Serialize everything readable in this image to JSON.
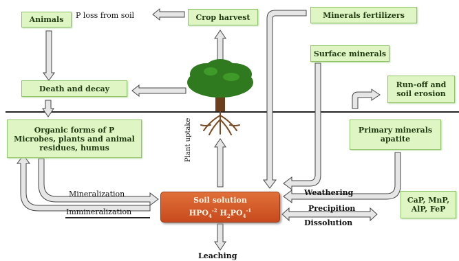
{
  "boxes": {
    "animals": "Animals",
    "crop_harvest": "Crop harvest",
    "minerals_fertilizers": "Minerals fertilizers",
    "surface_minerals": "Surface minerals",
    "death_and_decay": "Death and decay",
    "runoff_line1": "Run-off and",
    "runoff_line2": "soil erosion",
    "organic_line1": "Organic forms of P",
    "organic_line2": "Microbes, plants and animal",
    "organic_line3": "residues, humus",
    "primary_line1": "Primary minerals",
    "primary_line2": "apatite",
    "compounds_line1": "CaP, MnP,",
    "compounds_line2": "AlP, FeP"
  },
  "labels": {
    "p_loss": "P loss from soil",
    "plant_uptake": "Plant uptake",
    "mineralization": "Mineralization",
    "immineralization": "Immineralization",
    "weathering": "Weathering",
    "precipition": "Precipition",
    "dissolution": "Dissolution",
    "leaching": "Leaching"
  },
  "soil_solution": {
    "title": "Soil solution",
    "formula_a": "HPO",
    "formula_a_sub": "4",
    "formula_a_sup": "-2",
    "formula_b": "H",
    "formula_b_sub1": "2",
    "formula_b_mid": "PO",
    "formula_b_sub2": "4",
    "formula_b_sup": "-1"
  },
  "colors": {
    "box_fill": "#dff5c4",
    "box_border": "#8fc46a",
    "soil_fill": "#d85a28",
    "arrow_outline": "#444444",
    "ground_line": "#222222"
  }
}
